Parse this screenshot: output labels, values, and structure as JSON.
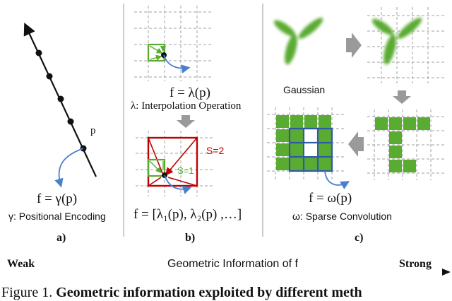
{
  "panel_a": {
    "point_label": "p",
    "formula": "f = γ(p)",
    "caption": "γ: Positional Encoding",
    "tag": "a)"
  },
  "panel_b": {
    "formula_top": "f = λ(p)",
    "caption": "λ: Interpolation Operation",
    "s2_label": "S=2",
    "s1_label": "S=1",
    "formula_bottom": "f = [λ₁(p), λ₂(p) ,…]",
    "tag": "b)"
  },
  "panel_c": {
    "gaussian_label": "Gaussian",
    "formula": "f = ω(p)",
    "caption": "ω: Sparse Convolution",
    "tag": "c)"
  },
  "axis": {
    "left": "Weak",
    "middle": "Geometric Information of f",
    "right": "Strong"
  },
  "figure_caption": {
    "prefix": "Figure 1.",
    "bold": "Geometric information exploited by different meth"
  },
  "colors": {
    "green": "#5aab32",
    "red": "#c00000",
    "blue": "#2e5aa8",
    "arrow_blue": "#4a7fd0",
    "grid": "#a0a0a0"
  }
}
